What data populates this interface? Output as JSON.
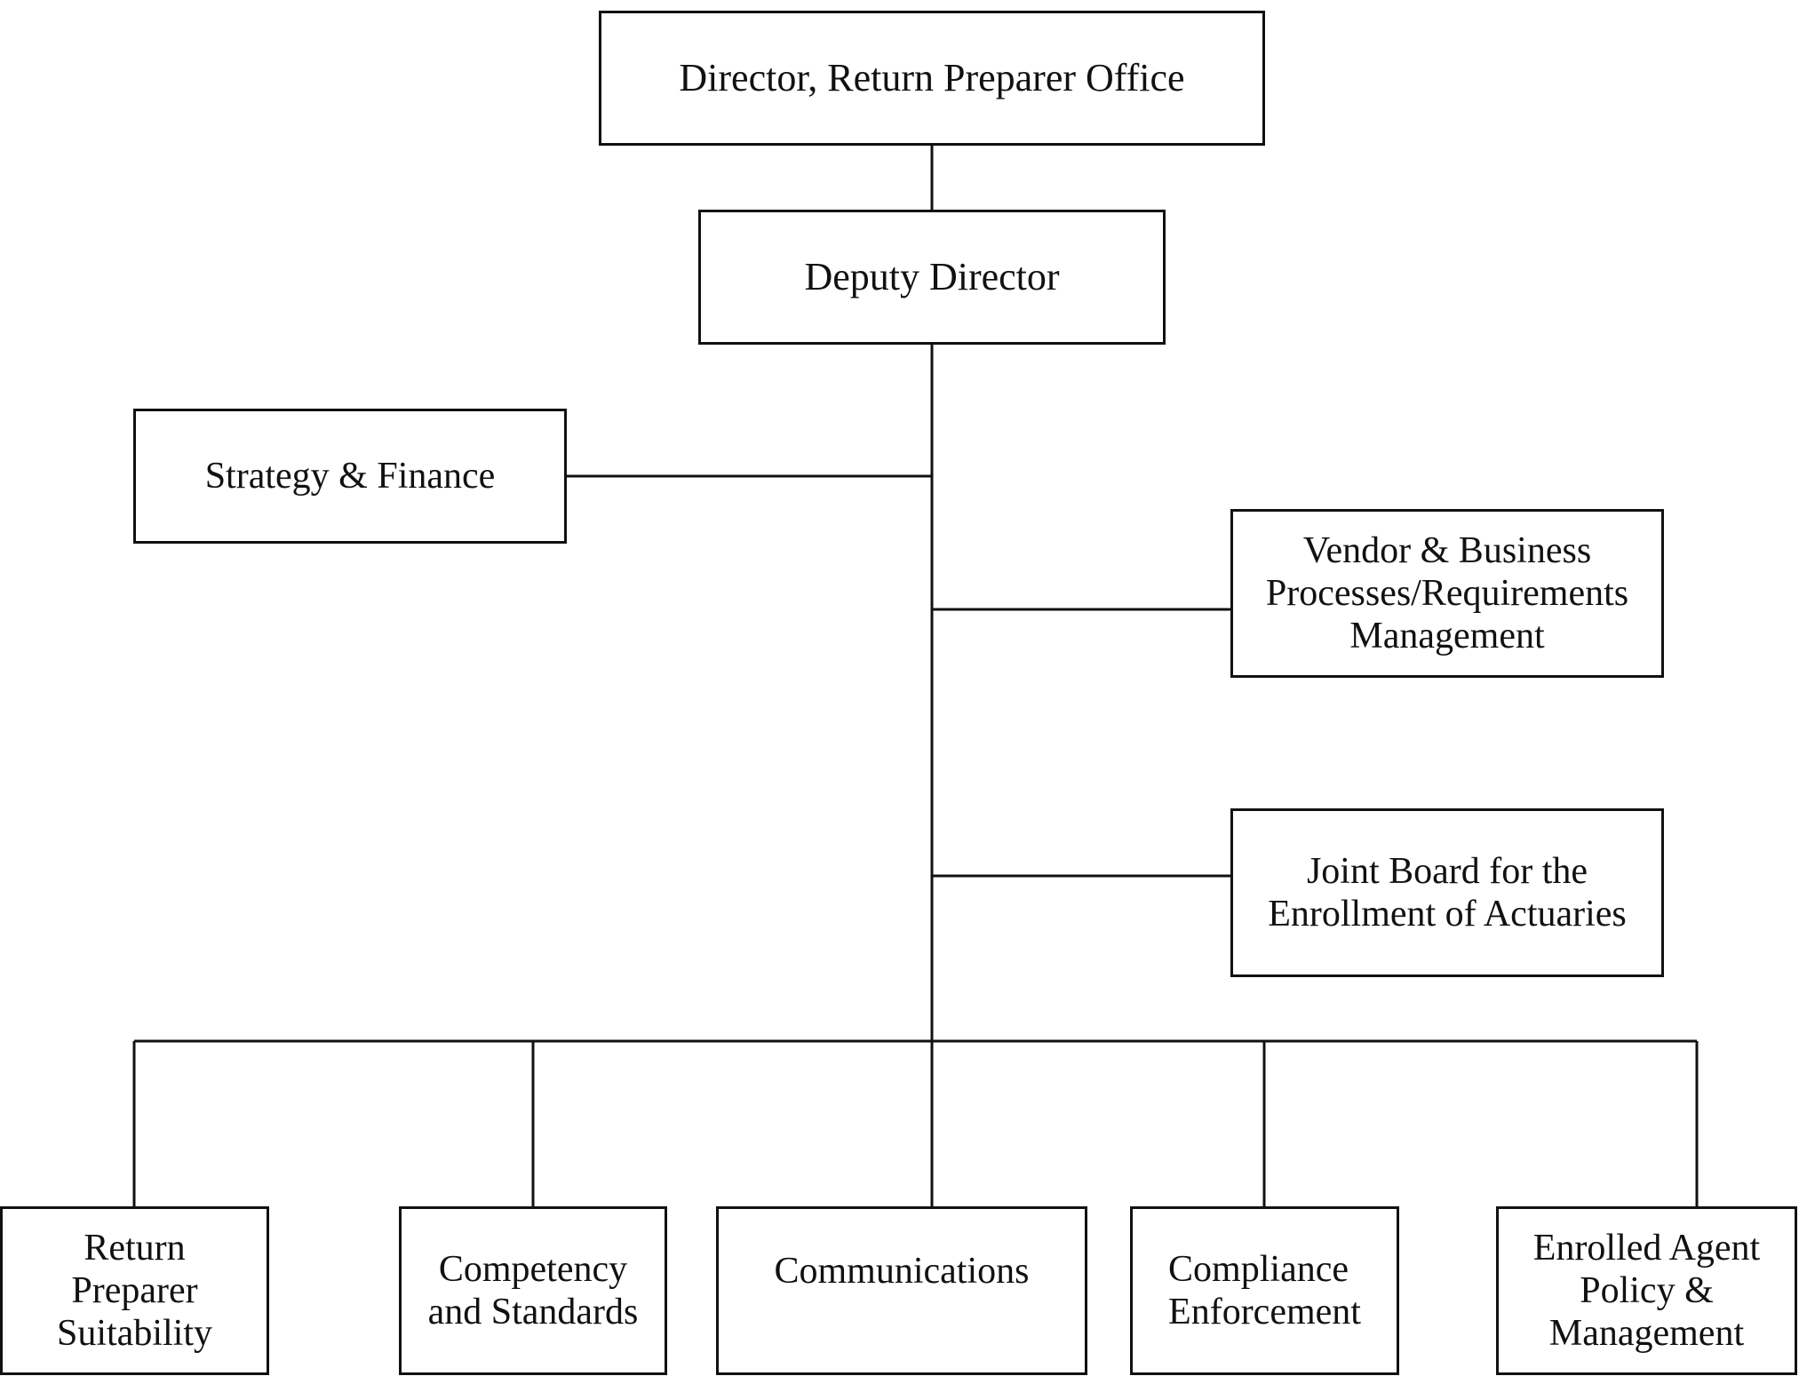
{
  "org_chart": {
    "director": "Director, Return Preparer Office",
    "deputy": "Deputy Director",
    "strategy": "Strategy & Finance",
    "vendor": "Vendor & Business\nProcesses/Requirements\nManagement",
    "joint_board": "Joint Board for the\nEnrollment of Actuaries",
    "units": {
      "suitability": "Return\nPreparer\nSuitability",
      "competency": "Competency\nand Standards",
      "communications": "Communications",
      "compliance": "Compliance\nEnforcement",
      "enrolled_agent": "Enrolled Agent\nPolicy &\nManagement"
    }
  }
}
